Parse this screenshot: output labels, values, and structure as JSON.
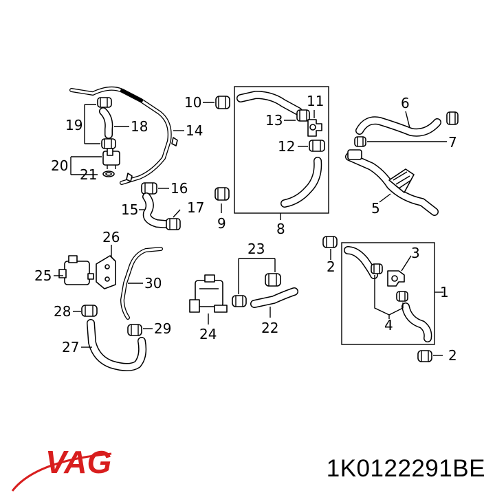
{
  "brand": {
    "logo_text": "VAG",
    "colors": {
      "logo_red": "#d81e1e",
      "ink": "#000000",
      "background": "#ffffff"
    }
  },
  "part_number": "1K0122291BE",
  "callouts": {
    "c1": "1",
    "c2a": "2",
    "c2b": "2",
    "c3": "3",
    "c4": "4",
    "c5": "5",
    "c6": "6",
    "c7": "7",
    "c8": "8",
    "c9": "9",
    "c10": "10",
    "c11": "11",
    "c12": "12",
    "c13": "13",
    "c14": "14",
    "c15": "15",
    "c16": "16",
    "c17": "17",
    "c18": "18",
    "c19": "19",
    "c20": "20",
    "c21": "21",
    "c22": "22",
    "c23": "23",
    "c24": "24",
    "c25": "25",
    "c26": "26",
    "c27": "27",
    "c28": "28",
    "c29": "29",
    "c30": "30"
  }
}
